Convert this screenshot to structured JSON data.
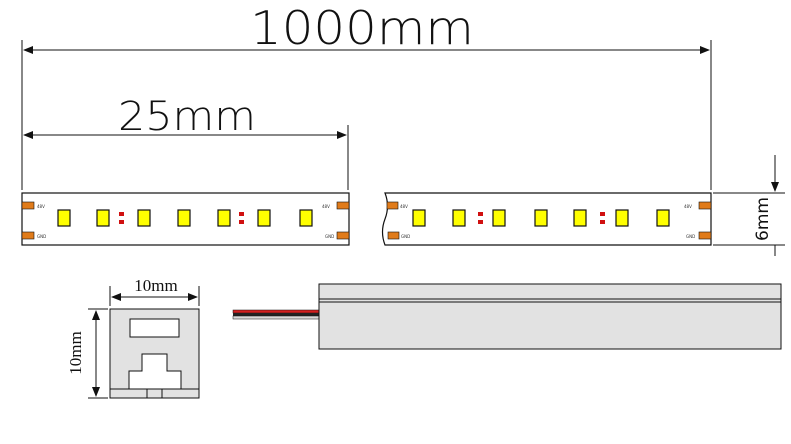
{
  "dimensions": {
    "total_length": "1000mm",
    "cut_length": "25mm",
    "strip_width": "6mm",
    "profile_width": "10mm",
    "profile_height": "10mm"
  },
  "strip_marks": {
    "voltage": "48V",
    "ground": "GND"
  },
  "colors": {
    "line": "#111111",
    "led_fill": "#ffff00",
    "pad_orange": "#e07b1a",
    "chip_red": "#d01010",
    "profile_gray": "#e2e2e2",
    "wire_red": "#d42020",
    "wire_black": "#222222"
  }
}
